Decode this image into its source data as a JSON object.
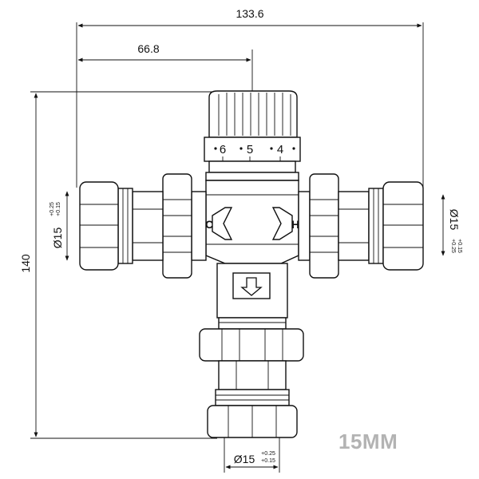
{
  "dimensions": {
    "overall_width": "133.6",
    "half_width": "66.8",
    "overall_height": "140"
  },
  "ports": {
    "inlet_left": {
      "diameter": "Ø15",
      "tol_upper": "+0.25",
      "tol_lower": "+0.15"
    },
    "inlet_right": {
      "diameter": "Ø15",
      "tol_upper": "+0.25",
      "tol_lower": "+0.15"
    },
    "outlet_bottom": {
      "diameter": "Ø15",
      "tol_upper": "+0.25",
      "tol_lower": "+0.15"
    }
  },
  "dial": {
    "marks": [
      "6",
      "5",
      "4"
    ]
  },
  "labels": {
    "cold": "C",
    "hot": "H"
  },
  "size_label": "15MM",
  "icons": {
    "flow_direction": "down-arrow-icon"
  },
  "colors": {
    "line": "#111111",
    "watermark": "#b3b3b3"
  }
}
